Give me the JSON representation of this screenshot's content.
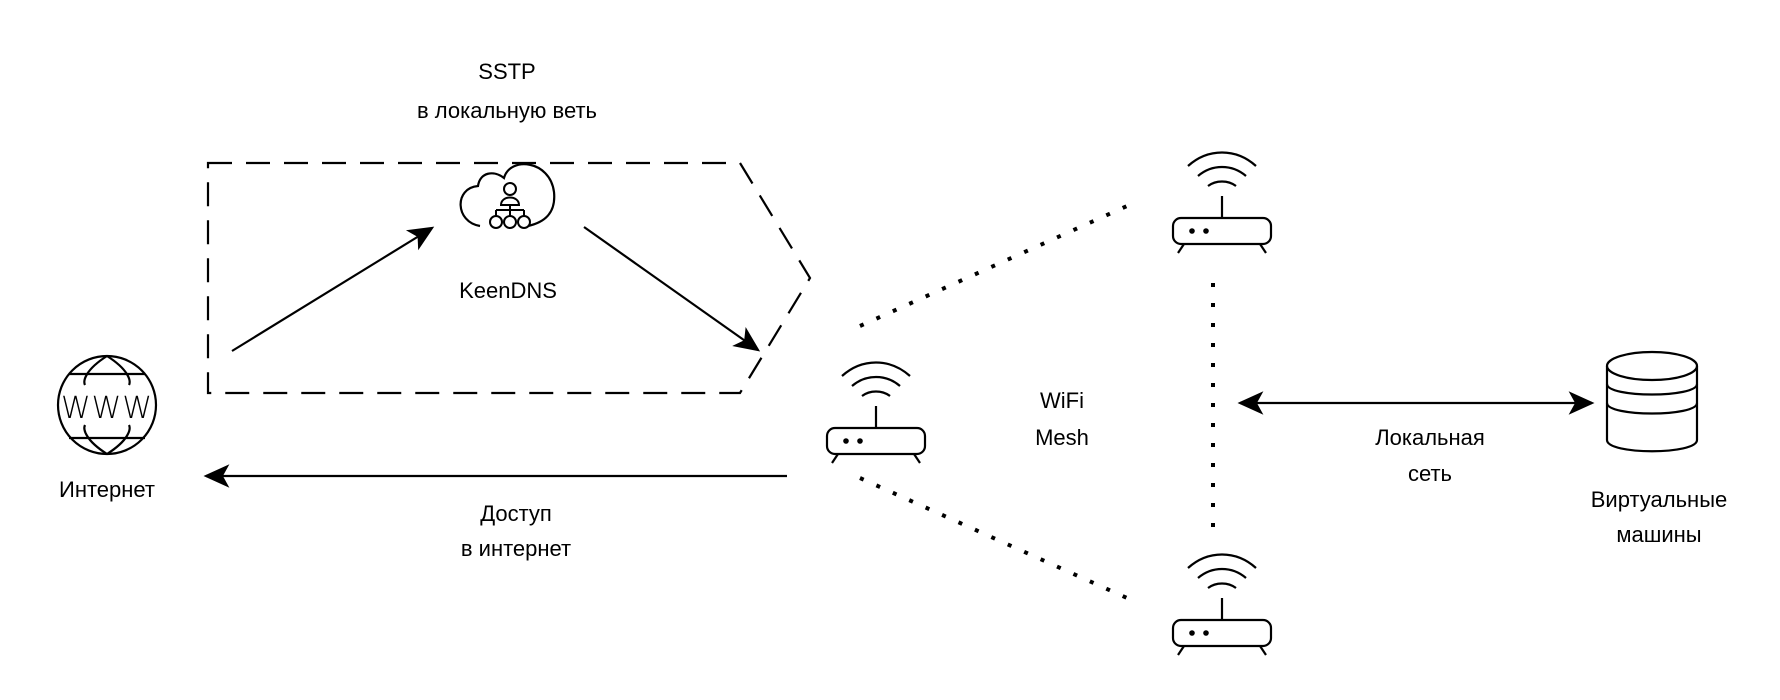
{
  "diagram": {
    "colors": {
      "stroke": "#000000",
      "background": "#ffffff"
    },
    "nodes": {
      "internet": {
        "label": "Интернет",
        "icon": "www-globe-icon",
        "glyph": "WWW"
      },
      "keendns": {
        "label": "KeenDNS",
        "icon": "cloud-network-icon"
      },
      "router_main": {
        "icon": "wifi-router-icon"
      },
      "router_top": {
        "icon": "wifi-router-icon"
      },
      "router_bottom": {
        "icon": "wifi-router-icon"
      },
      "vms": {
        "label_line1": "Виртуальные",
        "label_line2": "машины",
        "icon": "database-icon"
      }
    },
    "groups": {
      "sstp": {
        "label_line1": "SSTP",
        "label_line2": "в локальную веть",
        "style": "dashed"
      }
    },
    "annotations": {
      "mesh": {
        "line1": "WiFi",
        "line2": "Mesh"
      },
      "internet_access": {
        "line1": "Доступ",
        "line2": "в интернет"
      },
      "local_network": {
        "line1": "Локальная",
        "line2": "сеть"
      }
    },
    "edges": [
      {
        "from": "internet",
        "to": "keendns",
        "style": "solid",
        "arrow": "end"
      },
      {
        "from": "keendns",
        "to": "router_main",
        "style": "solid",
        "arrow": "end"
      },
      {
        "from": "router_main",
        "to": "internet",
        "style": "solid",
        "arrow": "end",
        "label": "Доступ в интернет"
      },
      {
        "from": "router_main",
        "to": "router_top",
        "style": "dotted",
        "arrow": "none"
      },
      {
        "from": "router_main",
        "to": "router_bottom",
        "style": "dotted",
        "arrow": "none"
      },
      {
        "from": "router_top",
        "to": "router_bottom",
        "style": "dotted",
        "arrow": "none"
      },
      {
        "from": "mesh",
        "to": "vms",
        "style": "solid",
        "arrow": "both",
        "label": "Локальная сеть"
      }
    ]
  }
}
